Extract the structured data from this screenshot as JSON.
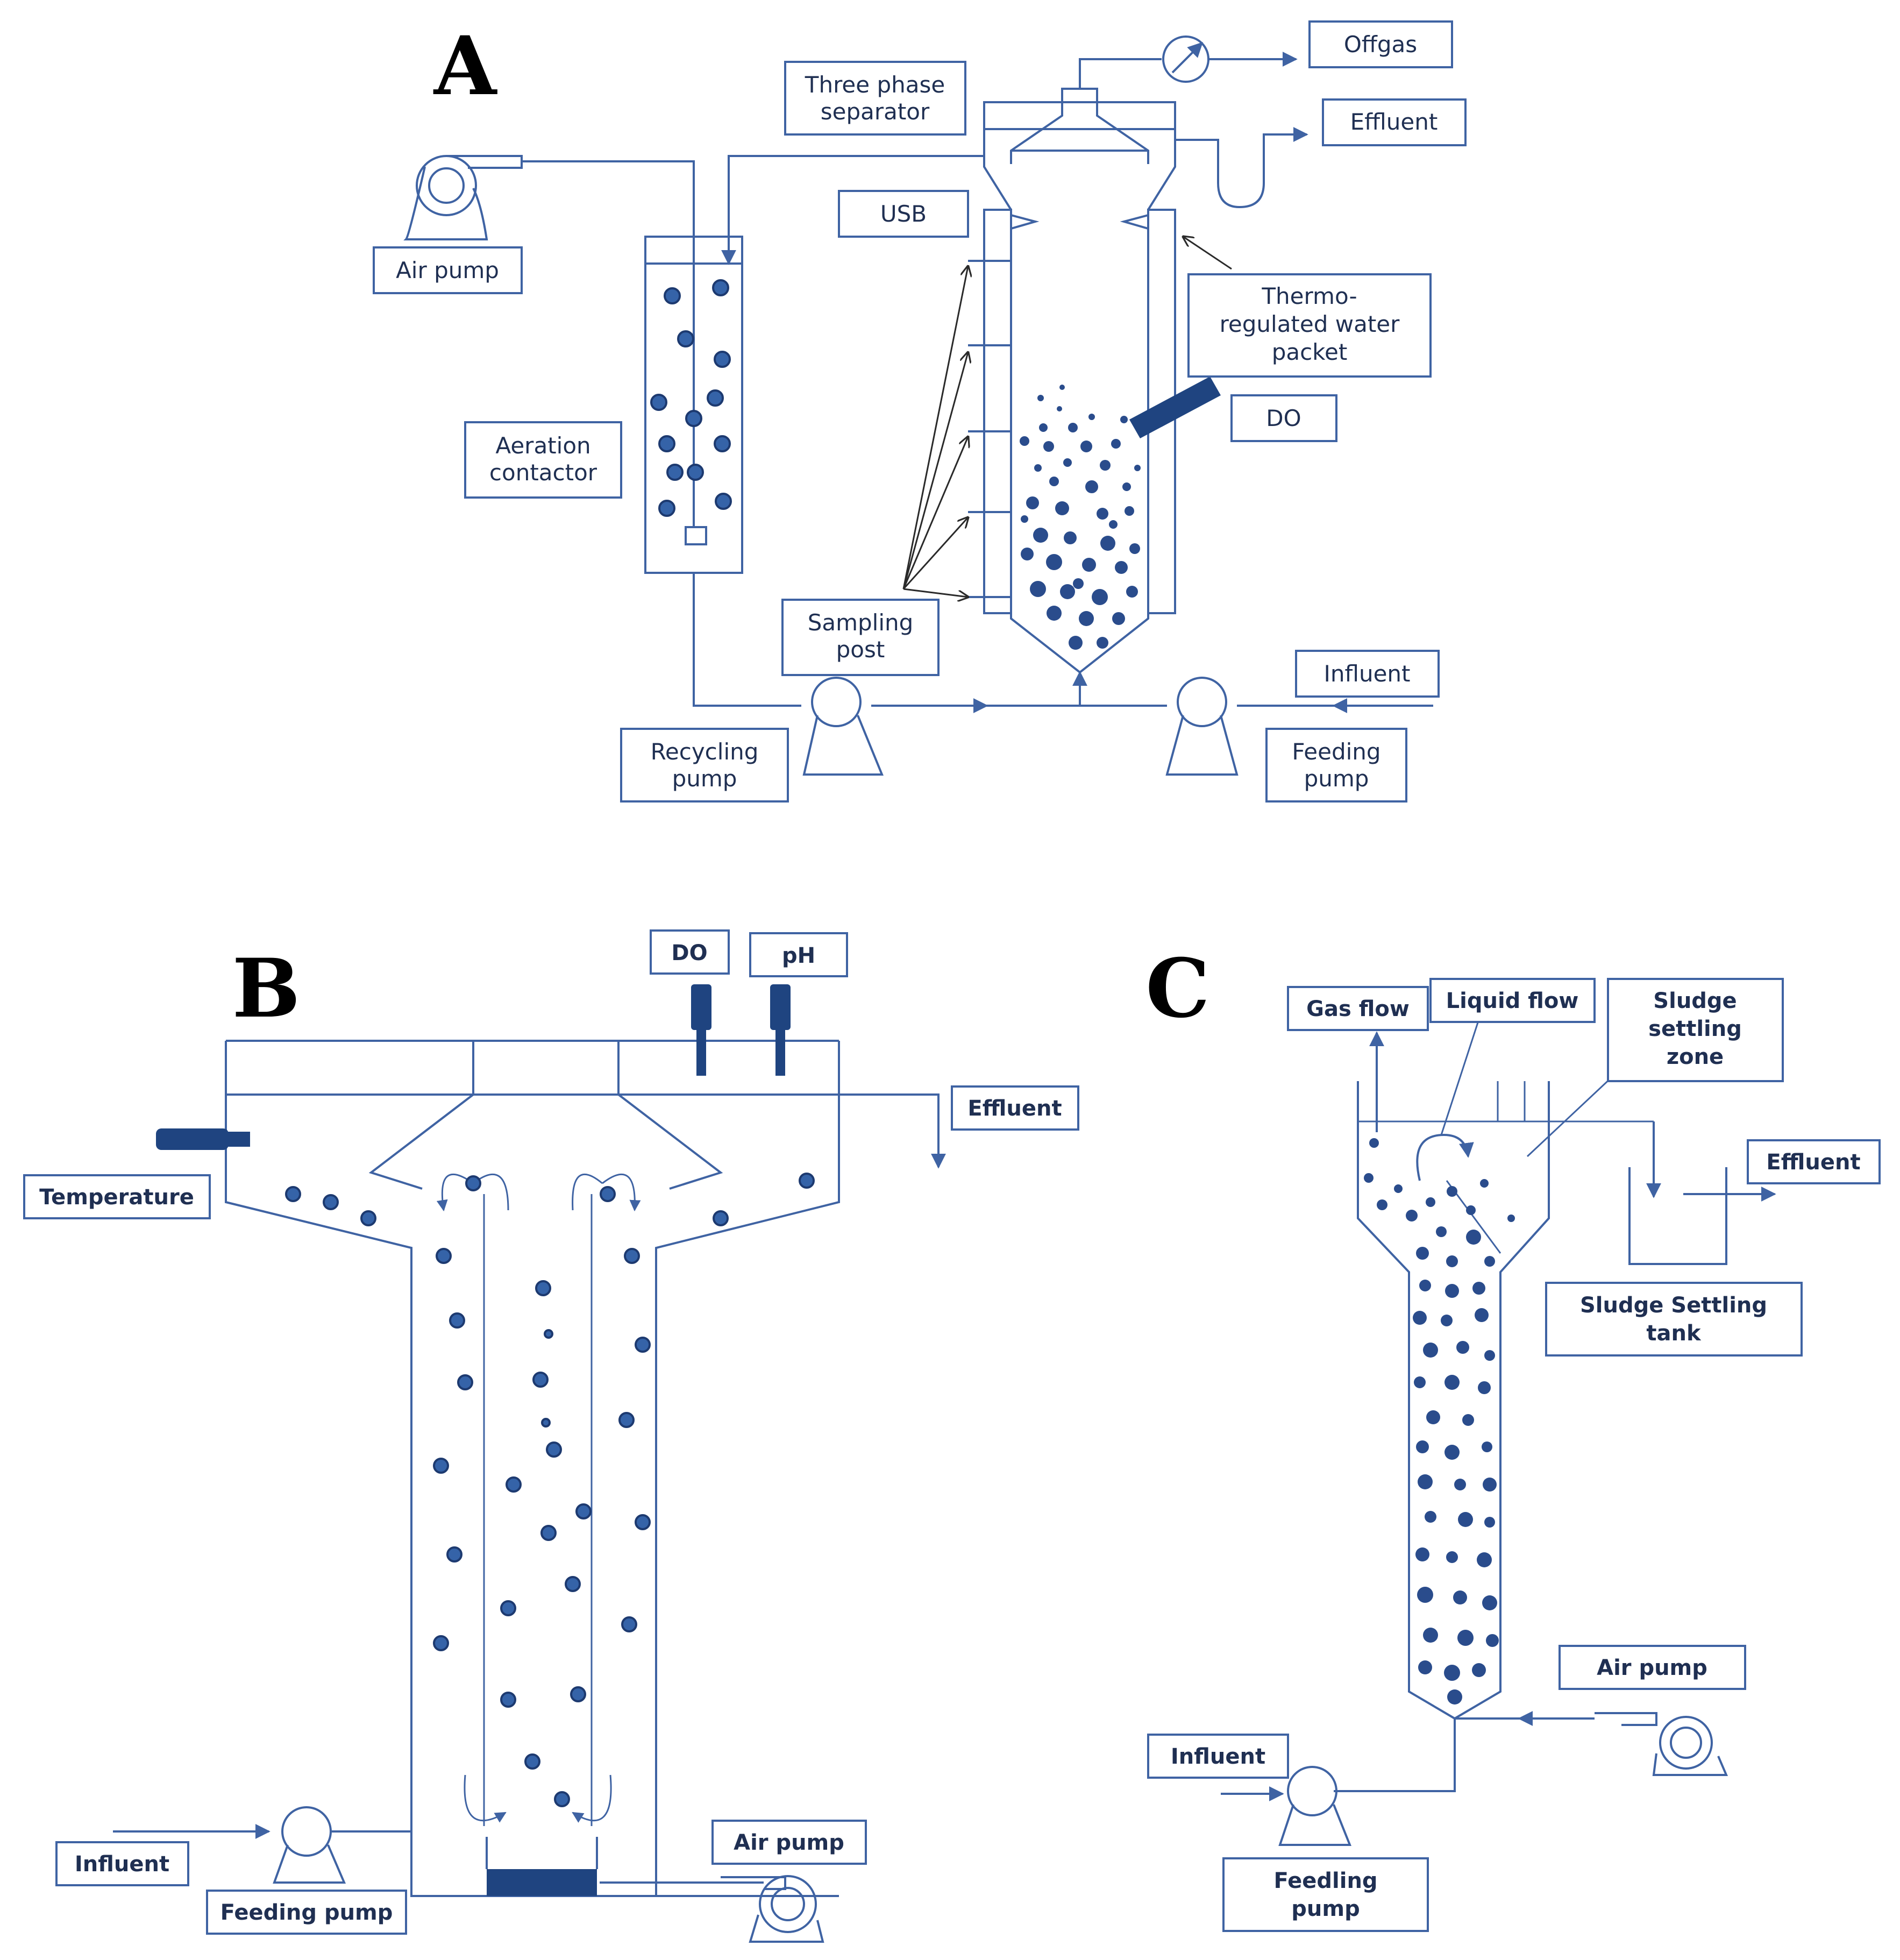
{
  "panels": {
    "a": "A",
    "b": "B",
    "c": "C"
  },
  "a": {
    "offgas": "Offgas",
    "three_phase_l1": "Three phase",
    "three_phase_l2": "separator",
    "effluent": "Effluent",
    "usb": "USB",
    "air_pump": "Air pump",
    "thermo_l1": "Thermo-",
    "thermo_l2": "regulated  water",
    "thermo_l3": "packet",
    "do": "DO",
    "aeration_l1": "Aeration",
    "aeration_l2": "contactor",
    "sampling_l1": "Sampling",
    "sampling_l2": "post",
    "influent": "Influent",
    "recycling_l1": "Recycling",
    "recycling_l2": "pump",
    "feeding_l1": "Feeding",
    "feeding_l2": "pump"
  },
  "b": {
    "do": "DO",
    "ph": "pH",
    "effluent": "Effluent",
    "temperature": "Temperature",
    "influent": "Influent",
    "feeding_pump": "Feeding pump",
    "air_pump": "Air pump"
  },
  "c": {
    "gas_flow": "Gas flow",
    "liquid_flow": "Liquid flow",
    "sludge_zone_l1": "Sludge",
    "sludge_zone_l2": "settling",
    "sludge_zone_l3": "zone",
    "effluent": "Effluent",
    "settling_tank_l1": "Sludge Settling",
    "settling_tank_l2": "tank",
    "air_pump": "Air pump",
    "influent": "Influent",
    "feeding_l1": "Feedling",
    "feeding_l2": "pump"
  },
  "colors": {
    "line": "#3f63a3",
    "granule": "#2a4c8c",
    "probe": "#1f4480"
  }
}
